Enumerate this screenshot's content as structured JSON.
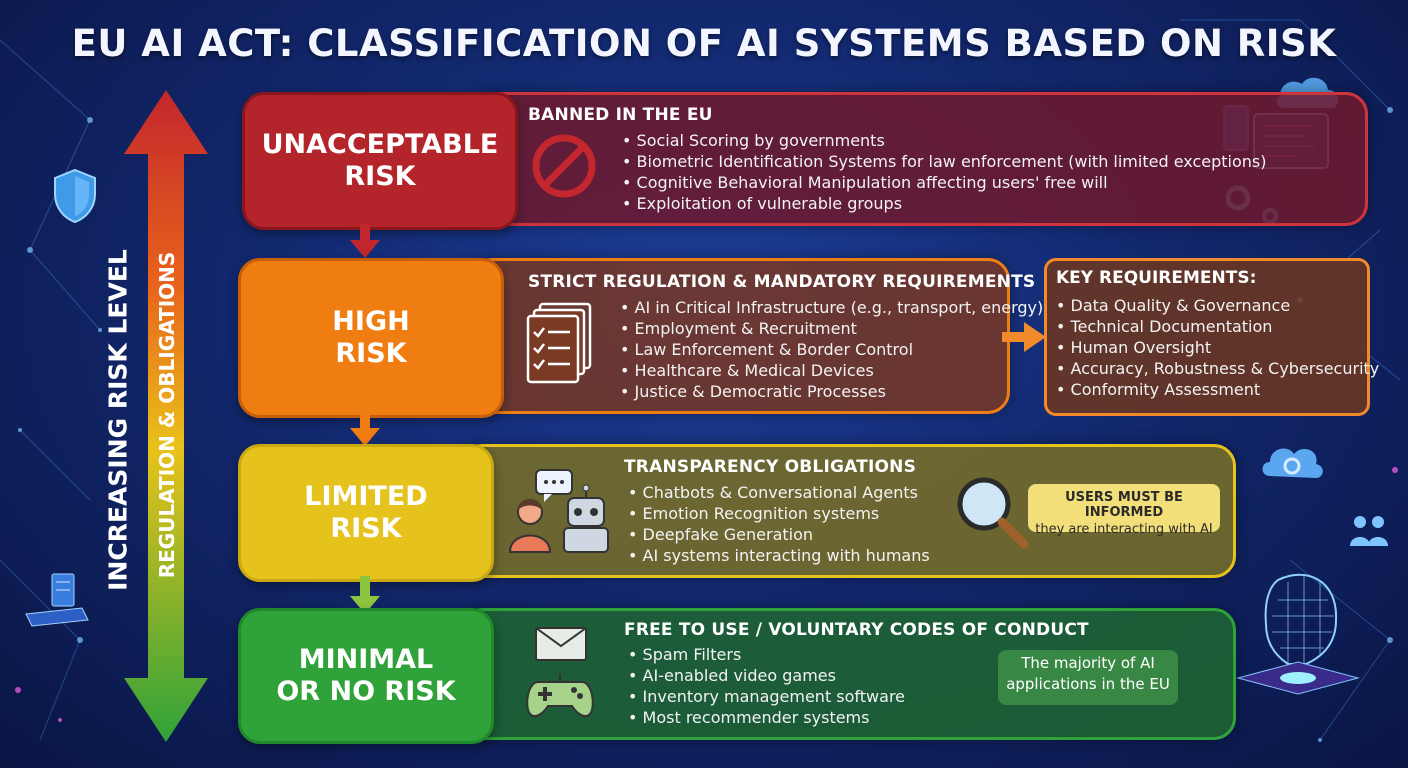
{
  "title": "EU AI ACT: CLASSIFICATION OF AI SYSTEMS BASED ON RISK",
  "axis": {
    "outer_label": "INCREASING RISK LEVEL",
    "inner_label": "REGULATION & OBLIGATIONS"
  },
  "tiers": [
    {
      "name_line1": "UNACCEPTABLE",
      "name_line2": "RISK",
      "heading": "BANNED IN THE EU",
      "icon": "prohibited-icon",
      "color": "#b3242b",
      "items": [
        "Social Scoring by governments",
        "Biometric Identification Systems for law enforcement (with limited exceptions)",
        "Cognitive Behavioral Manipulation affecting users' free will",
        "Exploitation of vulnerable groups"
      ]
    },
    {
      "name_line1": "HIGH",
      "name_line2": "RISK",
      "heading": "STRICT REGULATION & MANDATORY REQUIREMENTS",
      "icon": "checklist-documents-icon",
      "color": "#ef7d12",
      "items": [
        "AI in Critical Infrastructure (e.g., transport, energy)",
        "Employment & Recruitment",
        "Law Enforcement & Border Control",
        "Healthcare & Medical Devices",
        "Justice & Democratic Processes"
      ]
    },
    {
      "name_line1": "LIMITED",
      "name_line2": "RISK",
      "heading": "TRANSPARENCY OBLIGATIONS",
      "icon": "person-robot-chat-icon",
      "color": "#e6c21c",
      "items": [
        "Chatbots & Conversational Agents",
        "Emotion Recognition systems",
        "Deepfake Generation",
        "AI systems interacting with humans"
      ]
    },
    {
      "name_line1": "MINIMAL",
      "name_line2": "OR NO RISK",
      "heading": "FREE TO USE / VOLUNTARY CODES OF CONDUCT",
      "icon": "envelope-gamepad-icon",
      "color": "#2fa23a",
      "items": [
        "Spam Filters",
        "AI-enabled video games",
        "Inventory management software",
        "Most recommender systems"
      ]
    }
  ],
  "key_requirements": {
    "title": "KEY REQUIREMENTS:",
    "items": [
      "Data Quality & Governance",
      "Technical Documentation",
      "Human Oversight",
      "Accuracy, Robustness & Cybersecurity",
      "Conformity Assessment"
    ]
  },
  "limited_callout": {
    "line1": "USERS MUST BE INFORMED",
    "line2": "they are interacting with AI",
    "icon": "magnifier-icon"
  },
  "minimal_callout": {
    "line1": "The majority of AI",
    "line2": "applications in the EU"
  }
}
